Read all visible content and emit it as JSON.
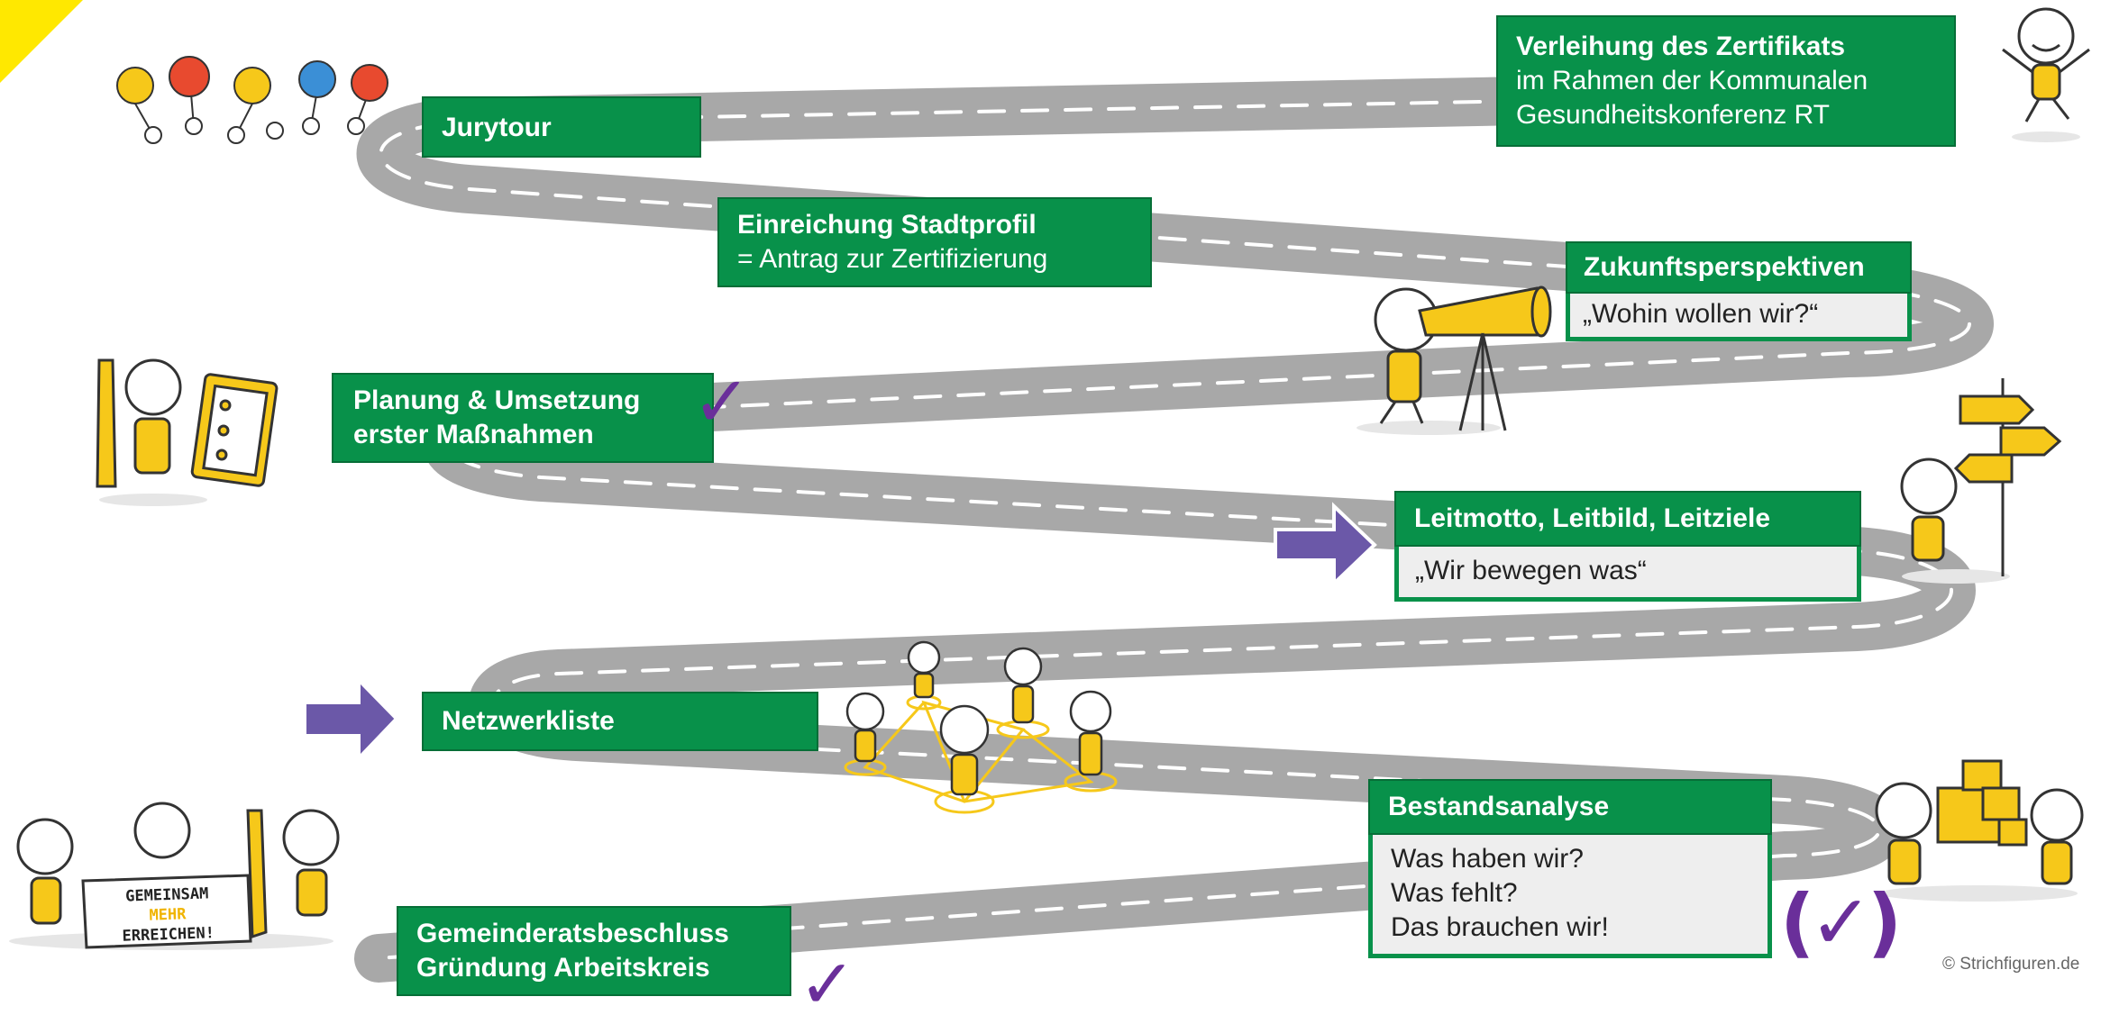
{
  "colors": {
    "accent_green": "#08914a",
    "road_gray": "#a8a8a8",
    "check_purple": "#6a2f9a",
    "figure_yellow": "#f6c81a",
    "corner_yellow": "#ffe800"
  },
  "steps": [
    {
      "id": "verleihung",
      "title": "Verleihung des Zertifikats",
      "subtitle": [
        "im Rahmen der Kommunalen",
        "Gesundheitskonferenz RT"
      ]
    },
    {
      "id": "jurytour",
      "title": "Jurytour"
    },
    {
      "id": "einreichung",
      "title": "Einreichung Stadtprofil",
      "subtitle": [
        "= Antrag zur Zertifizierung"
      ]
    },
    {
      "id": "zukunft",
      "title": "Zukunftsperspektiven",
      "quote": [
        "„Wohin wollen wir?“"
      ]
    },
    {
      "id": "planung",
      "title_lines": [
        "Planung & Umsetzung",
        "erster Maßnahmen"
      ],
      "check": "✓"
    },
    {
      "id": "leitmotto",
      "title": "Leitmotto, Leitbild, Leitziele",
      "quote": [
        "„Wir bewegen was“"
      ]
    },
    {
      "id": "netzwerk",
      "title": "Netzwerkliste"
    },
    {
      "id": "bestand",
      "title": "Bestandsanalyse",
      "quote": [
        "Was haben wir?",
        "Was fehlt?",
        "Das brauchen wir!"
      ],
      "check": "(✓)"
    },
    {
      "id": "gemeinderat",
      "title_lines": [
        "Gemeinderatsbeschluss",
        "Gründung Arbeitskreis"
      ],
      "check": "✓"
    }
  ],
  "sign_text": [
    "GEMEINSAM",
    "MEHR",
    "ERREICHEN!"
  ],
  "copyright": "© Strichfiguren.de",
  "icons": [
    "emoji-balloon-icon",
    "telescope-icon",
    "clipboard-icon",
    "signpost-icon",
    "network-icon",
    "boxes-icon",
    "arrow-right-icon",
    "checkmark-icon"
  ]
}
